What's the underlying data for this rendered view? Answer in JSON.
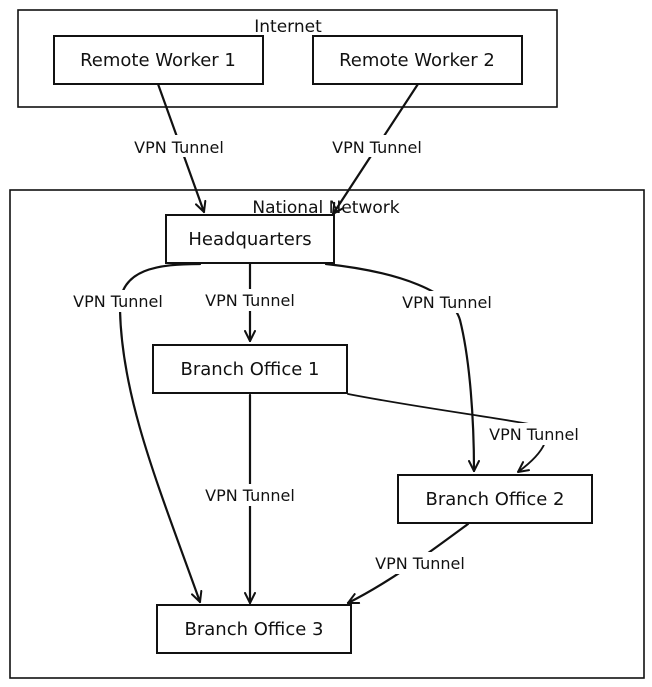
{
  "clusters": {
    "internet": "Internet",
    "national": "National Network"
  },
  "nodes": {
    "remote_worker_1": "Remote Worker 1",
    "remote_worker_2": "Remote Worker 2",
    "headquarters": "Headquarters",
    "branch_office_1": "Branch Office 1",
    "branch_office_2": "Branch Office 2",
    "branch_office_3": "Branch Office 3"
  },
  "edges": [
    {
      "from": "Remote Worker 1",
      "to": "Headquarters",
      "label": "VPN Tunnel"
    },
    {
      "from": "Remote Worker 2",
      "to": "Headquarters",
      "label": "VPN Tunnel"
    },
    {
      "from": "Headquarters",
      "to": "Branch Office 3",
      "label": "VPN Tunnel"
    },
    {
      "from": "Headquarters",
      "to": "Branch Office 1",
      "label": "VPN Tunnel"
    },
    {
      "from": "Headquarters",
      "to": "Branch Office 2",
      "label": "VPN Tunnel"
    },
    {
      "from": "Branch Office 1",
      "to": "Branch Office 2",
      "label": "VPN Tunnel"
    },
    {
      "from": "Branch Office 1",
      "to": "Branch Office 3",
      "label": "VPN Tunnel"
    },
    {
      "from": "Branch Office 2",
      "to": "Branch Office 3",
      "label": "VPN Tunnel"
    }
  ]
}
